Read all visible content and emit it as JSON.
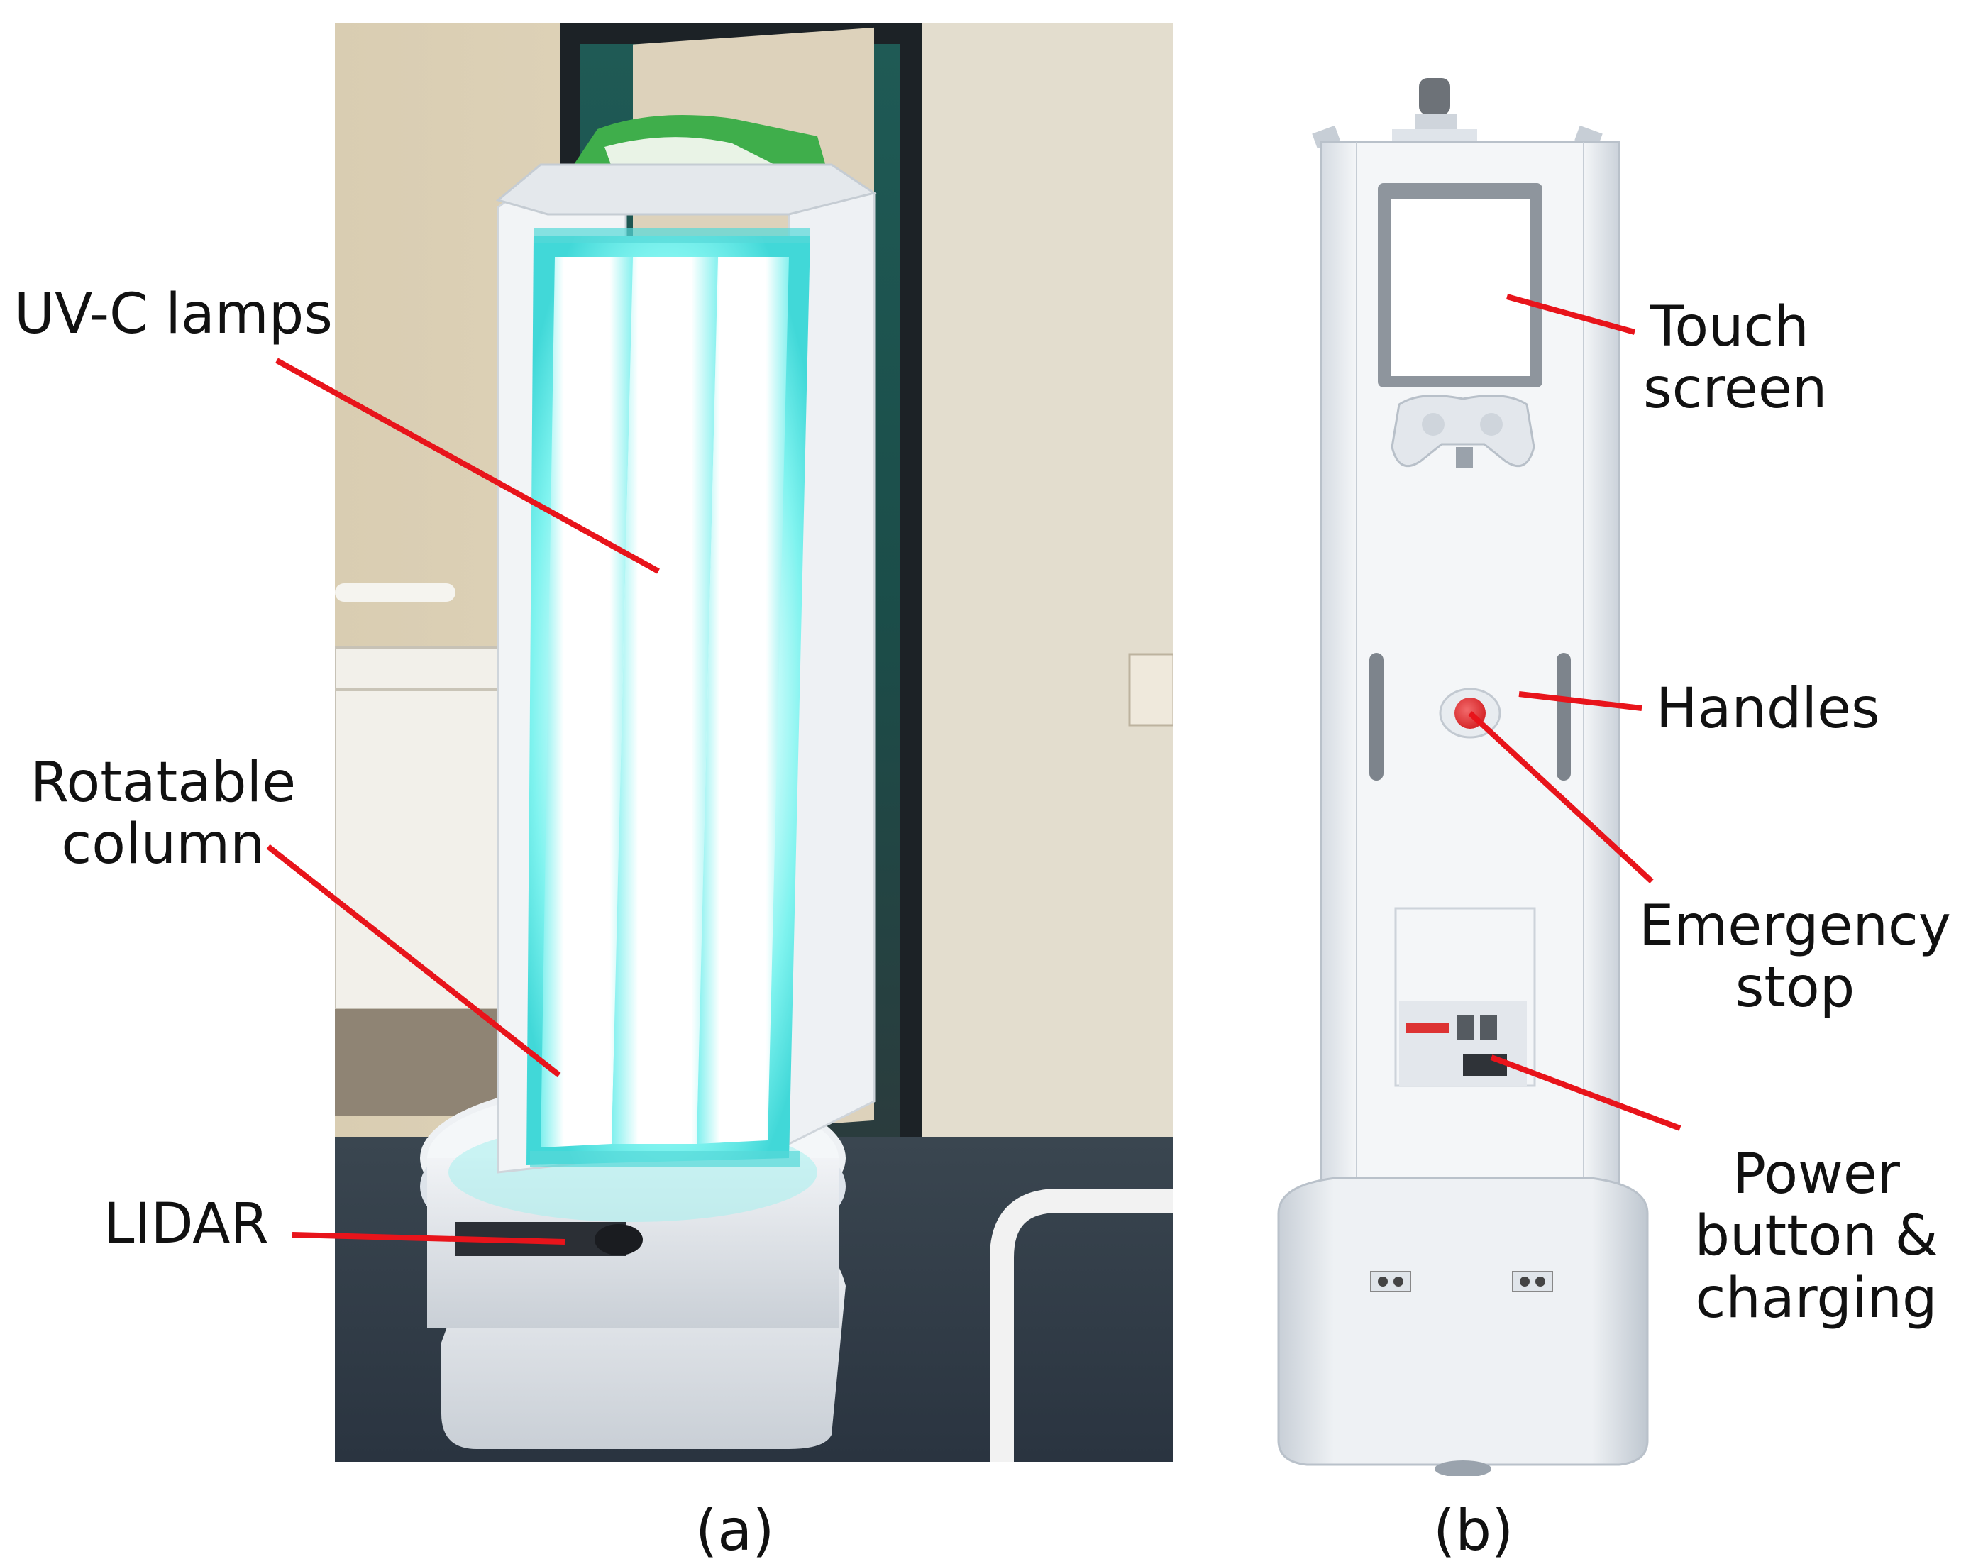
{
  "panels": {
    "a": {
      "caption": "(a)",
      "labels": {
        "uvc_lamps": "UV-C lamps",
        "rotatable_column": [
          "Rotatable",
          "column"
        ],
        "lidar": "LIDAR"
      }
    },
    "b": {
      "caption": "(b)",
      "labels": {
        "touch_screen": [
          "Touch",
          "screen"
        ],
        "handles": "Handles",
        "emergency_stop": [
          "Emergency",
          "stop"
        ],
        "power_charging": [
          "Power",
          "button &",
          "charging"
        ]
      }
    }
  },
  "colors": {
    "callout_line": "#e8141b",
    "lamp_glow": "#6ff4f0",
    "robot_body": "#eef2f6",
    "estop": "#e8393b"
  }
}
